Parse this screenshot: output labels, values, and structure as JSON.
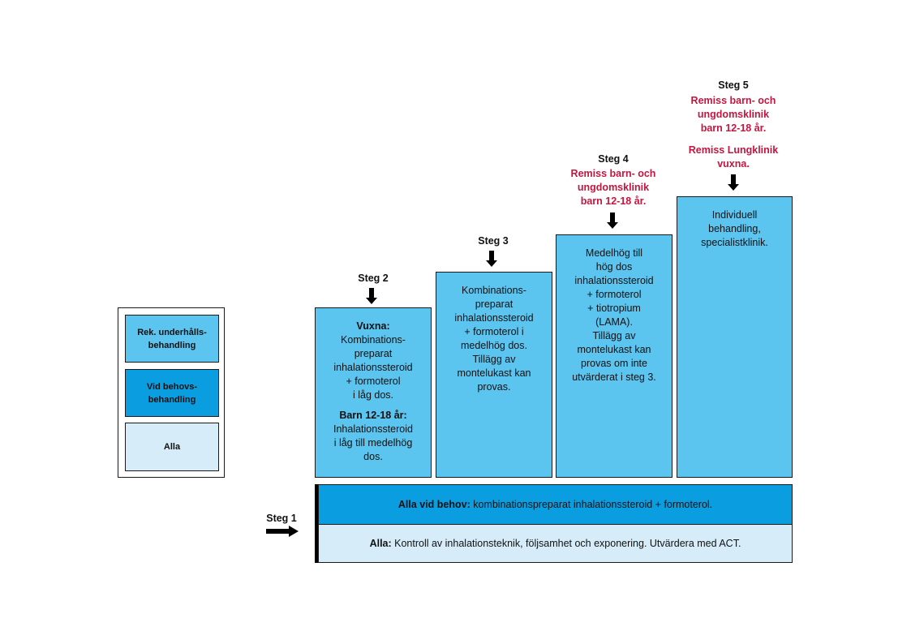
{
  "legend": {
    "maintenance": "Rek. underhålls-\nbehandling",
    "as_needed": "Vid behovs-\nbehandling",
    "all": "Alla"
  },
  "steg1": {
    "label": "Steg 1",
    "as_needed_bold": "Alla vid behov:",
    "as_needed_text": " kombinationspreparat inhalationssteroid + formoterol.",
    "all_bold": "Alla:",
    "all_text": " Kontroll av inhalationsteknik, följsamhet och exponering. Utvärdera med ACT."
  },
  "steg2": {
    "label": "Steg 2",
    "adults_heading": "Vuxna:",
    "adults_text": "Kombinations-\npreparat\ninhalationssteroid\n+ formoterol\ni låg dos.",
    "kids_heading": "Barn 12-18 år:",
    "kids_text": "Inhalationssteroid\ni låg till medelhög\ndos."
  },
  "steg3": {
    "label": "Steg 3",
    "text": "Kombinations-\npreparat\ninhalationssteroid\n+ formoterol i\nmedelhög dos.\nTillägg av\nmontelukast kan\nprovas."
  },
  "steg4": {
    "label": "Steg 4",
    "referral": "Remiss barn- och\nungdomsklinik\nbarn 12-18 år.",
    "text": "Medelhög till\nhög dos\ninhalationssteroid\n+ formoterol\n+ tiotropium\n(LAMA).\nTillägg av\nmontelukast kan\nprovas om inte\nutvärderat i steg 3."
  },
  "steg5": {
    "label": "Steg 5",
    "referral_kids": "Remiss barn- och\nungdomsklinik\nbarn 12-18 år.",
    "referral_adults": "Remiss Lungklinik\nvuxna.",
    "text": "Individuell\nbehandling,\nspecialistklinik."
  },
  "colors": {
    "maintenance": "#5bc4ef",
    "as_needed": "#0a9de0",
    "all": "#d6edf9",
    "referral": "#c4163f"
  }
}
